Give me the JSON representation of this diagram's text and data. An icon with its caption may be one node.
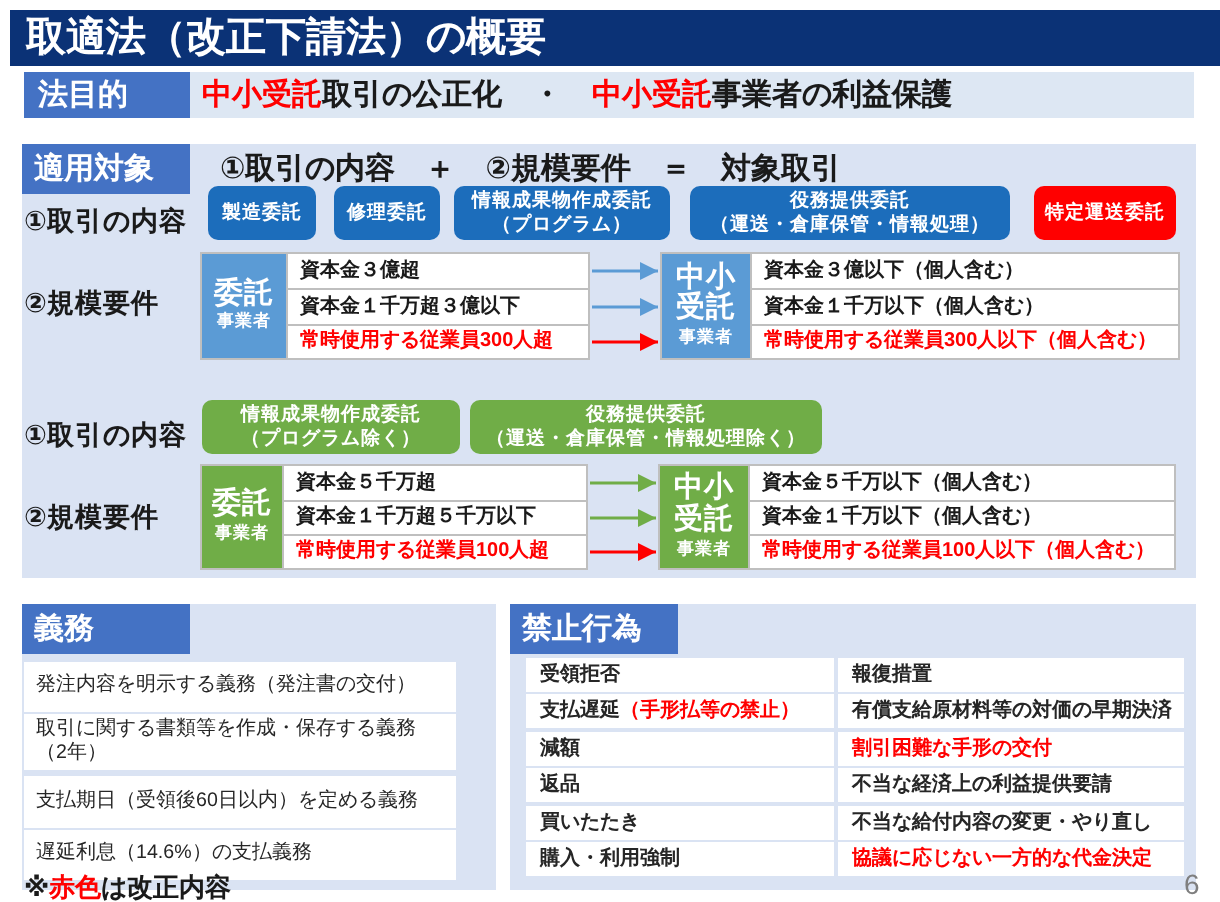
{
  "diagram": {
    "title": "取適法（改正下請法）の概要",
    "nodes": [
      {
        "text": [
          "法目的",
          "**中小受託**取引の公正化　・　**中小受託**事業者の利益保護"
        ]
      },
      {
        "text": [
          "適用対象",
          "①取引の内容　＋　②規模要件　＝　対象取引"
        ]
      },
      {
        "text": [
          "製造委託"
        ],
        "in": 1
      },
      {
        "text": [
          "修理委託"
        ],
        "in": 1
      },
      {
        "text": [
          "情報成果物作成委託（プログラム）"
        ],
        "in": 1
      },
      {
        "text": [
          "役務提供委託（運送・倉庫保管・情報処理）"
        ],
        "in": 1
      },
      {
        "text": [
          "特定運送委託"
        ],
        "in": 1
      },
      {
        "text": [
          "委託",
          "事業者"
        ],
        "in": 1
      },
      {
        "text": [
          "資本金３億超"
        ],
        "in": 7
      },
      {
        "text": [
          "資本金１千万超３億以下"
        ],
        "in": 7
      },
      {
        "text": [
          "常時使用する従業員300人超"
        ],
        "in": 7
      },
      {
        "text": [
          "中小受託",
          "事業者"
        ],
        "in": 1
      },
      {
        "text": [
          "資本金３億以下（個人含む）"
        ],
        "in": 11
      },
      {
        "text": [
          "資本金１千万以下（個人含む）"
        ],
        "in": 11
      },
      {
        "text": [
          "常時使用する従業員300人以下（個人含む）"
        ],
        "in": 11
      },
      {
        "text": [
          "情報成果物作成委託（プログラム除く）"
        ],
        "in": 1
      },
      {
        "text": [
          "役務提供委託（運送・倉庫保管・情報処理除く）"
        ],
        "in": 1
      },
      {
        "text": [
          "委託",
          "事業者"
        ],
        "in": 1
      },
      {
        "text": [
          "資本金５千万超"
        ],
        "in": 17
      },
      {
        "text": [
          "資本金１千万超５千万以下"
        ],
        "in": 17
      },
      {
        "text": [
          "常時使用する従業員100人超"
        ],
        "in": 17
      },
      {
        "text": [
          "中小受託",
          "事業者"
        ],
        "in": 1
      },
      {
        "text": [
          "資本金５千万以下（個人含む）"
        ],
        "in": 21
      },
      {
        "text": [
          "資本金１千万以下（個人含む）"
        ],
        "in": 21
      },
      {
        "text": [
          "常時使用する従業員100人以下（個人含む）"
        ],
        "in": 21
      },
      {
        "text": [
          "義務"
        ]
      },
      {
        "text": [
          "発注内容を明示する義務（発注書の交付）"
        ],
        "in": 25
      },
      {
        "text": [
          "取引に関する書類等を作成・保存する義務（2年）"
        ],
        "in": 25
      },
      {
        "text": [
          "支払期日（受領後60日以内）を定める義務"
        ],
        "in": 25
      },
      {
        "text": [
          "遅延利息（14.6%）の支払義務"
        ],
        "in": 25
      },
      {
        "text": [
          "禁止行為"
        ]
      },
      {
        "text": [
          "受領拒否"
        ],
        "in": 30
      },
      {
        "text": [
          "報復措置"
        ],
        "in": 30
      },
      {
        "text": [
          "支払遅延**（手形払等の禁止）**"
        ],
        "in": 30
      },
      {
        "text": [
          "有償支給原材料等の対価の早期決済"
        ],
        "in": 30
      },
      {
        "text": [
          "減額"
        ],
        "in": 30
      },
      {
        "text": [
          "割引困難な手形の交付"
        ],
        "in": 30
      },
      {
        "text": [
          "返品"
        ],
        "in": 30
      },
      {
        "text": [
          "不当な経済上の利益提供要請"
        ],
        "in": 30
      },
      {
        "text": [
          "買いたたき"
        ],
        "in": 30
      },
      {
        "text": [
          "不当な給付内容の変更・やり直し"
        ],
        "in": 30
      },
      {
        "text": [
          "購入・利用強制"
        ],
        "in": 30
      },
      {
        "text": [
          "協議に応じない一方的な代金決定"
        ],
        "in": 30
      }
    ],
    "edges": [
      {
        "from": 8,
        "to": 11,
        "arrow": "to",
        "color": "#5b9bd5"
      },
      {
        "from": 9,
        "to": 11,
        "arrow": "to",
        "color": "#5b9bd5"
      },
      {
        "from": 10,
        "to": 11,
        "arrow": "to",
        "color": "#ff0000"
      },
      {
        "from": 18,
        "to": 21,
        "arrow": "to",
        "color": "#70ad47"
      },
      {
        "from": 19,
        "to": 21,
        "arrow": "to",
        "color": "#70ad47"
      },
      {
        "from": 20,
        "to": 21,
        "arrow": "to",
        "color": "#ff0000"
      }
    ],
    "labels": [
      "①取引の内容",
      "②規模要件",
      "①取引の内容",
      "②規模要件",
      "※**赤色**は改正内容",
      "6"
    ]
  }
}
